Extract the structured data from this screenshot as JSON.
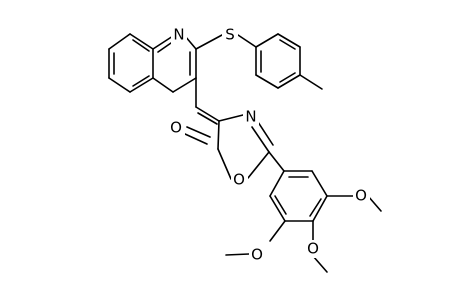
{
  "molecule": {
    "atom_labels": {
      "quinoline_n": "N",
      "thioether_s": "S",
      "oxazole_n": "N",
      "carbonyl_o": "O",
      "ring_o": "O",
      "methoxy_o_upper": "O",
      "methoxy_o_middle": "O",
      "methoxy_o_lower": "O"
    }
  },
  "colors": {
    "bond": "#000000",
    "label": "#000000",
    "background": "#ffffff"
  }
}
